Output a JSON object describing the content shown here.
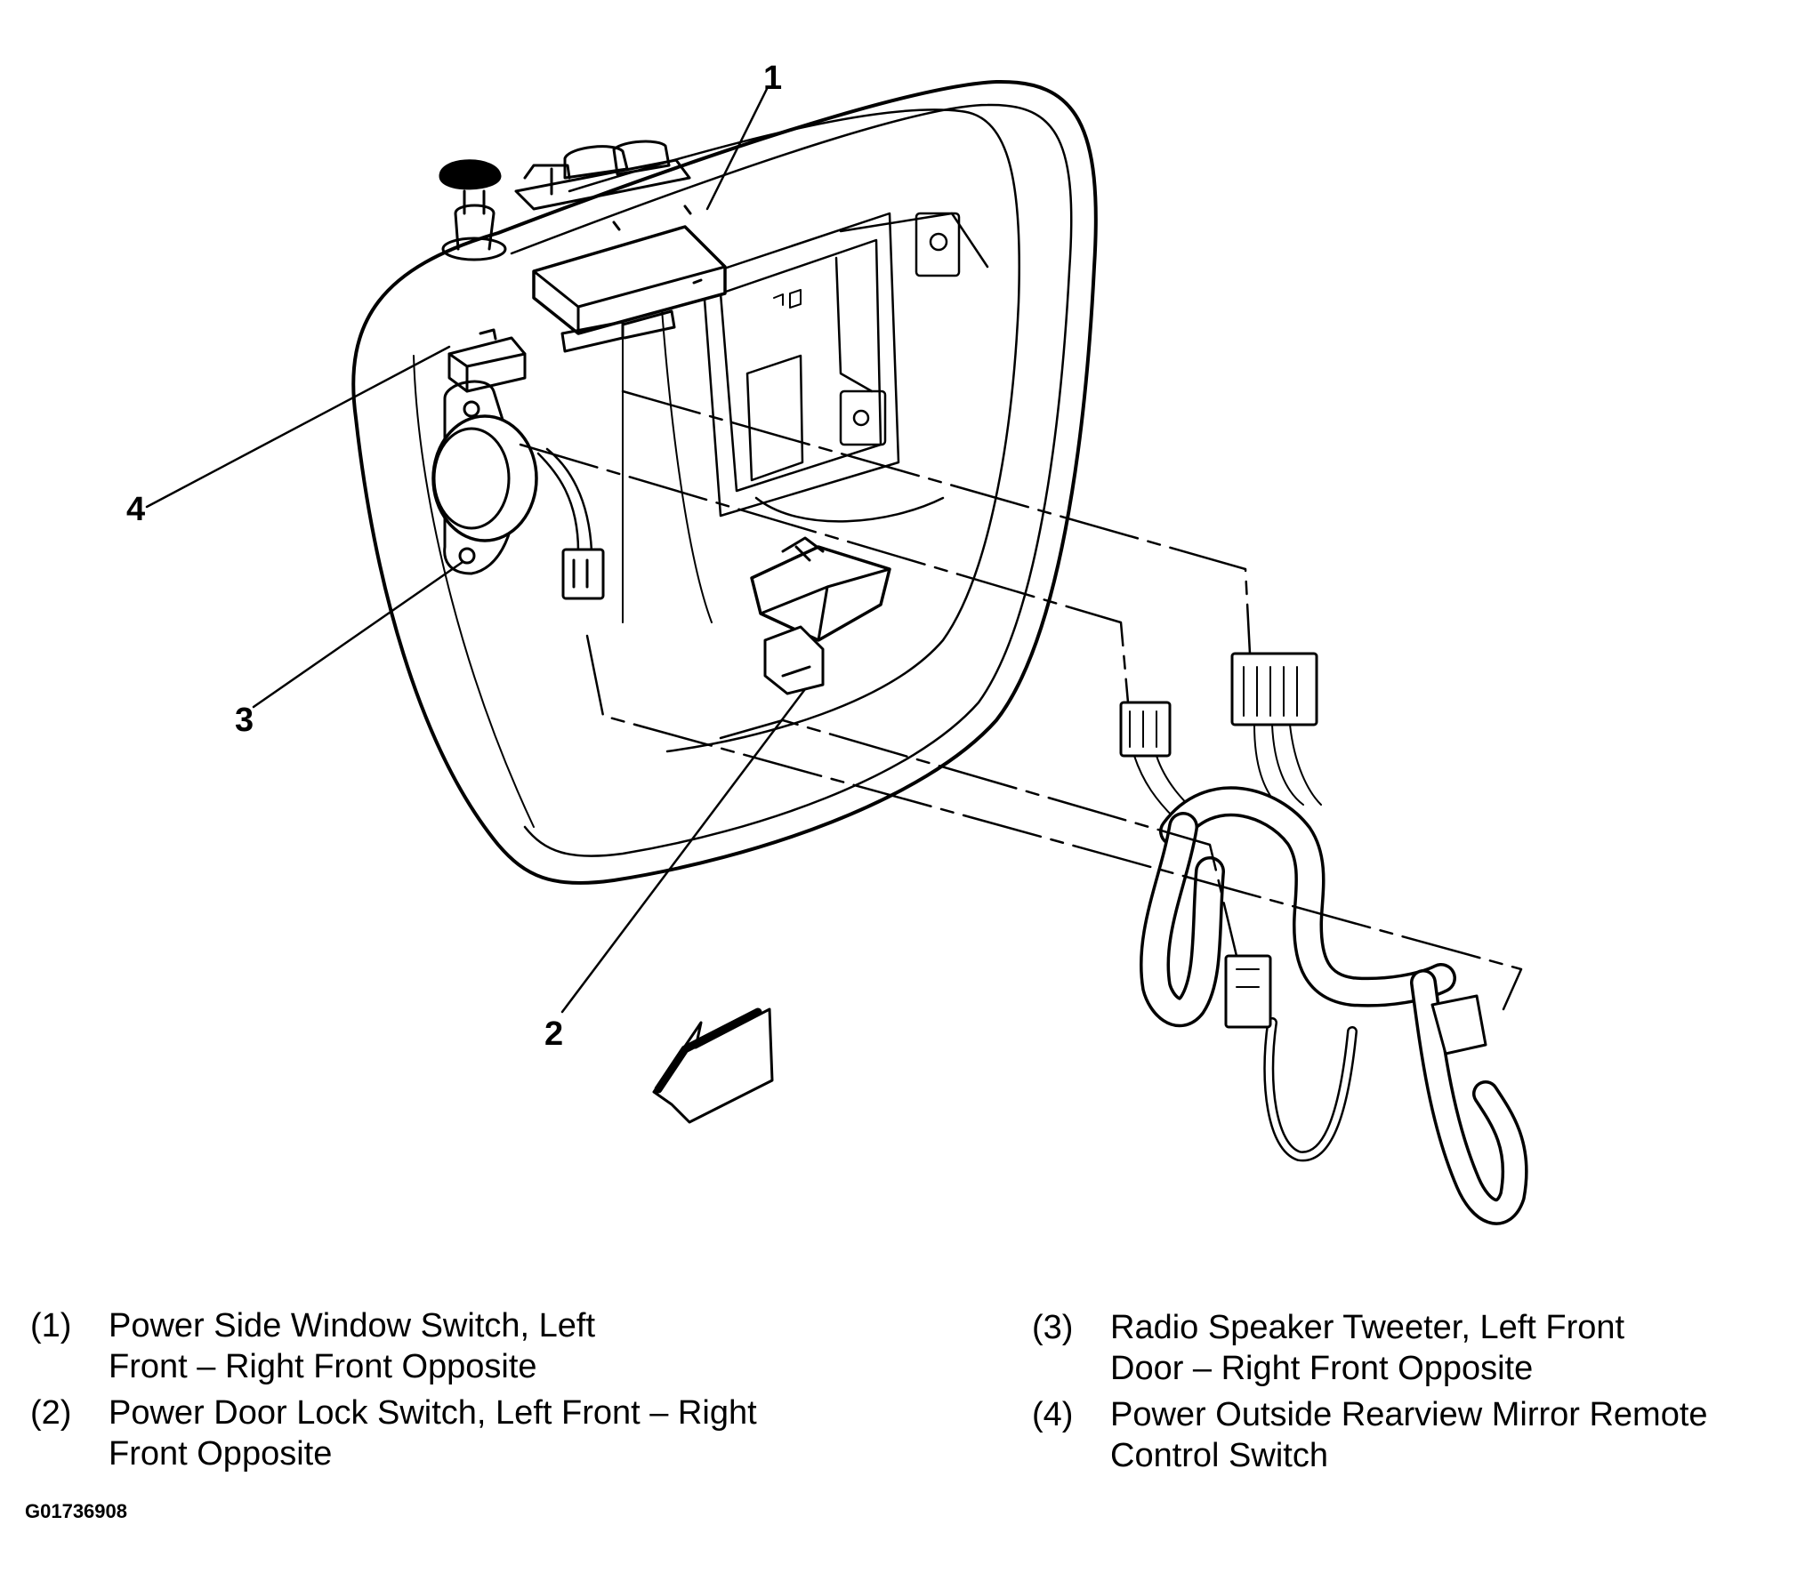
{
  "callouts": [
    "1",
    "2",
    "3",
    "4"
  ],
  "legend": [
    {
      "num": "(1)",
      "text_lines": [
        "Power Side Window Switch, Left",
        "Front – Right Front Opposite"
      ]
    },
    {
      "num": "(2)",
      "text_lines": [
        "Power Door Lock Switch, Left Front – Right",
        "Front Opposite"
      ]
    },
    {
      "num": "(3)",
      "text_lines": [
        "Radio Speaker Tweeter, Left Front",
        "Door – Right Front Opposite"
      ]
    },
    {
      "num": "(4)",
      "text_lines": [
        "Power Outside Rearview Mirror Remote",
        "Control Switch"
      ]
    }
  ],
  "figure_id": "G01736908"
}
